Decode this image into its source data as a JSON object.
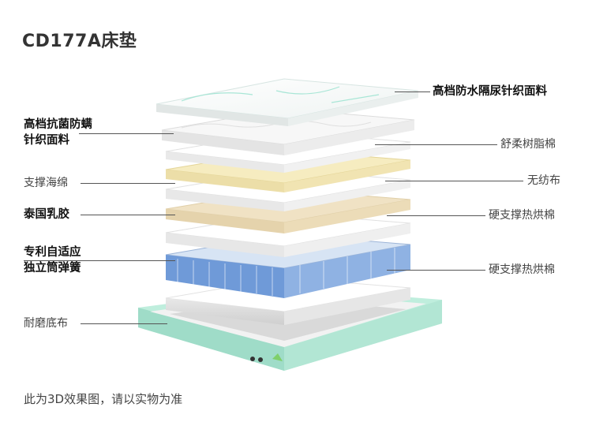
{
  "title": "CD177A床垫",
  "footnote": "此为3D效果图，请以实物为准",
  "layers_left": [
    {
      "line1": "高档抗菌防螨",
      "line2": "针织面料",
      "bold": true
    },
    {
      "line1": "支撑海绵",
      "bold": false
    },
    {
      "line1": "泰国乳胶",
      "bold": true
    },
    {
      "line1": "专利自适应",
      "line2": "独立筒弹簧",
      "bold": true
    },
    {
      "line1": "耐磨底布",
      "bold": false
    }
  ],
  "layers_right": [
    {
      "label": "高档防水隔尿针织面料",
      "bold": true
    },
    {
      "label": "舒柔树脂棉",
      "bold": false
    },
    {
      "label": "无纺布",
      "bold": false
    },
    {
      "label": "硬支撑热烘棉",
      "bold": false
    },
    {
      "label": "硬支撑热烘棉",
      "bold": false
    }
  ],
  "colors": {
    "accent_teal": "#a8e6d6",
    "latex": "#f0e2c4",
    "foam": "#f6ecc0",
    "spring_blue": "#5b8fd4"
  }
}
